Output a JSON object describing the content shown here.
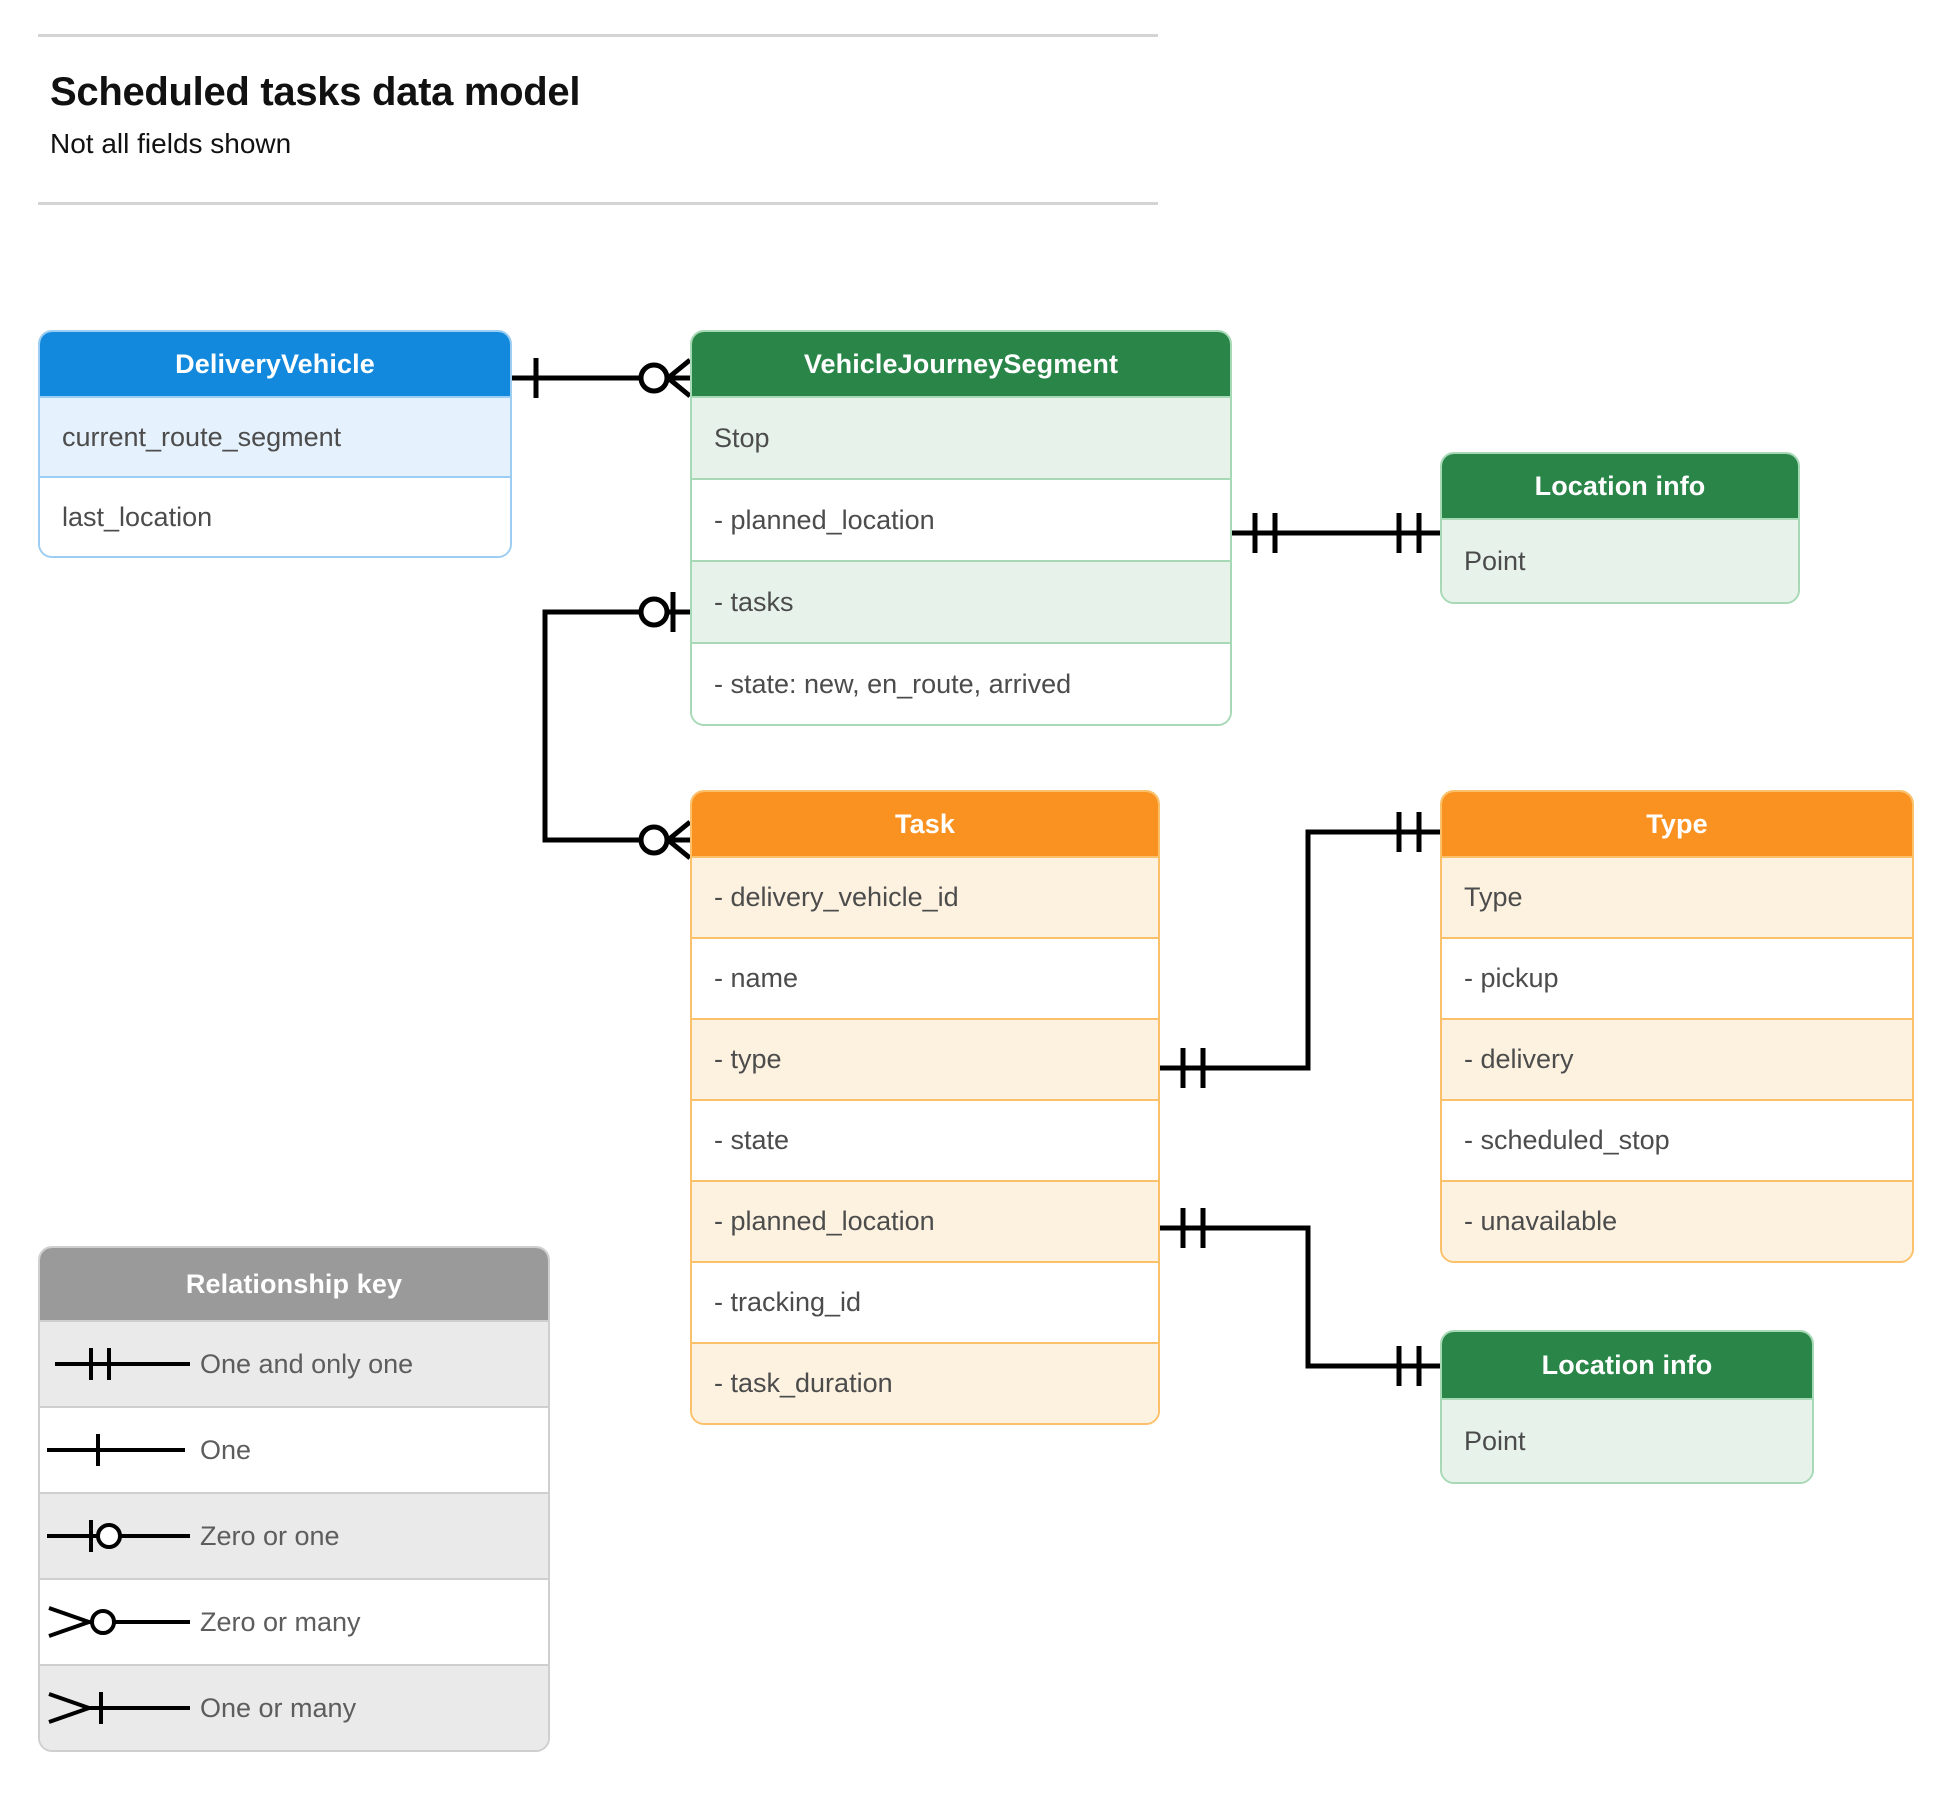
{
  "header": {
    "title": "Scheduled tasks data model",
    "subtitle": "Not all fields shown"
  },
  "entities": {
    "delivery_vehicle": {
      "title": "DeliveryVehicle",
      "color": "#1289dd",
      "rows": [
        "current_route_segment",
        "last_location"
      ]
    },
    "vehicle_journey_segment": {
      "title": "VehicleJourneySegment",
      "color": "#2a8549",
      "rows": [
        "Stop",
        "-  planned_location",
        "- tasks",
        "- state: new, en_route, arrived"
      ]
    },
    "location_info_top": {
      "title": "Location info",
      "color": "#2a8549",
      "rows": [
        "Point"
      ]
    },
    "location_info_bottom": {
      "title": "Location info",
      "color": "#2a8549",
      "rows": [
        "Point"
      ]
    },
    "task": {
      "title": "Task",
      "color": "#f99221",
      "rows": [
        "- delivery_vehicle_id",
        "- name",
        "- type",
        "- state",
        "- planned_location",
        "- tracking_id",
        "- task_duration"
      ]
    },
    "type": {
      "title": "Type",
      "color": "#f99221",
      "rows": [
        "Type",
        "-   pickup",
        "-   delivery",
        "-   scheduled_stop",
        "-   unavailable"
      ]
    }
  },
  "legend": {
    "title": "Relationship key",
    "items": [
      {
        "symbol": "one-and-only-one-icon",
        "label": "One and only one"
      },
      {
        "symbol": "one-icon",
        "label": "One"
      },
      {
        "symbol": "zero-or-one-icon",
        "label": "Zero or one"
      },
      {
        "symbol": "zero-or-many-icon",
        "label": "Zero or many"
      },
      {
        "symbol": "one-or-many-icon",
        "label": "One or many"
      }
    ]
  },
  "relationships": [
    {
      "from": "DeliveryVehicle",
      "from_card": "One",
      "to": "VehicleJourneySegment",
      "to_card": "Zero or many"
    },
    {
      "from": "VehicleJourneySegment.tasks",
      "from_card": "Zero or one",
      "to": "Task",
      "to_card": "Zero or many"
    },
    {
      "from": "VehicleJourneySegment.planned_location",
      "from_card": "One and only one",
      "to": "Location info",
      "to_card": "One and only one"
    },
    {
      "from": "Task.type",
      "from_card": "One and only one",
      "to": "Type",
      "to_card": "One and only one"
    },
    {
      "from": "Task.planned_location",
      "from_card": "One and only one",
      "to": "Location info",
      "to_card": "One and only one"
    }
  ]
}
